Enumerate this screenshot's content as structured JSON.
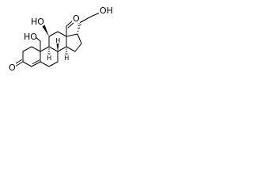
{
  "molecule": {
    "labels": {
      "ketone_o": "O",
      "hydroxymethyl_oh": "HO",
      "hydroxyl_oh": "HO",
      "aldehyde_o": "O",
      "ethyl_oh": "OH",
      "h_c8": "H",
      "h_c9": "H",
      "h_c14": "H"
    },
    "colors": {
      "line": "#000000",
      "background": "#ffffff"
    }
  }
}
